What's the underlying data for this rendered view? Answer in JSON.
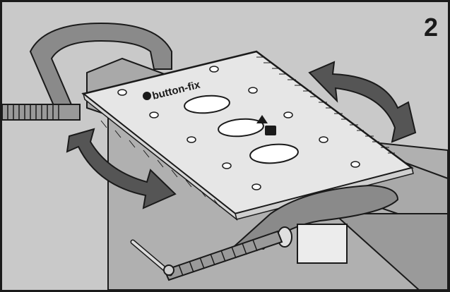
{
  "step_number": "2",
  "brand": {
    "name": "button-fix"
  },
  "colors": {
    "background": "#c9c9c9",
    "frame": "#1a1a1a",
    "template_plate": "#e6e6e6",
    "clamp": "#8a8a8a",
    "arrow": "#555555",
    "wood": "#a9a9a9"
  },
  "icons": [
    "double-headed-curved-arrow",
    "double-headed-curved-arrow"
  ]
}
